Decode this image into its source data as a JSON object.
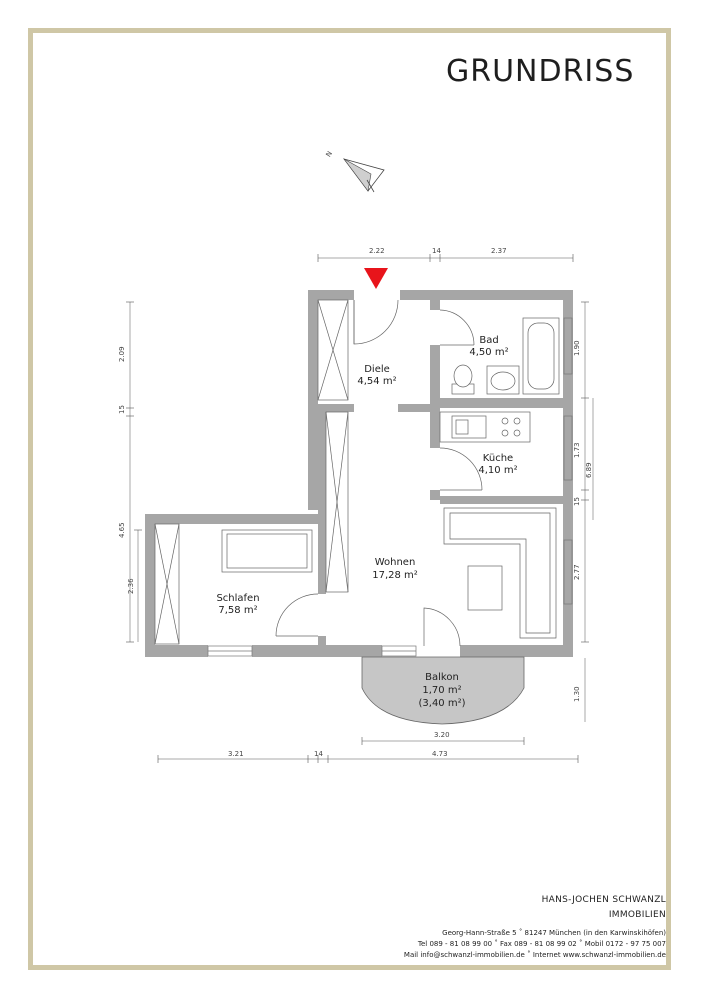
{
  "title": "GRUNDRISS",
  "compass_label": "N",
  "rooms": {
    "diele": {
      "name": "Diele",
      "area": "4,54 m²"
    },
    "bad": {
      "name": "Bad",
      "area": "4,50 m²"
    },
    "kueche": {
      "name": "Küche",
      "area": "4,10 m²"
    },
    "wohnen": {
      "name": "Wohnen",
      "area": "17,28 m²"
    },
    "schlafen": {
      "name": "Schlafen",
      "area": "7,58 m²"
    },
    "balkon": {
      "name": "Balkon",
      "area": "1,70 m²",
      "area_full": "(3,40 m²)"
    }
  },
  "dimensions": {
    "top": [
      "2.22",
      "14",
      "2.37"
    ],
    "bottom": [
      "3.21",
      "14",
      "4.73"
    ],
    "balcony_width": "3.20",
    "left_outer": [
      "2.09",
      "15",
      "4.65"
    ],
    "left_inner": "2.36",
    "right_inner": [
      "1.90",
      "1.73",
      "15",
      "2.77"
    ],
    "right_outer": "6.89",
    "balcony_depth": "1.30"
  },
  "footer": {
    "company": "HANS-JOCHEN SCHWANZL",
    "subtitle": "IMMOBILIEN",
    "address": "Georg-Hann-Straße 5  ˚  81247 München  (in den Karwinskihöfen)",
    "phones": "Tel 089 - 81 08 99 00  ˚  Fax 089 -  81 08 99 02  ˚  Mobil 0172 - 97 75 007",
    "contact": "Mail info@schwanzl-immobilien.de  ˚  Internet www.schwanzl-immobilien.de"
  },
  "colors": {
    "frame": "#cfc7a6",
    "wall": "#a6a6a6",
    "entrance_marker": "#e8141b",
    "balcony": "#c6c6c6"
  }
}
